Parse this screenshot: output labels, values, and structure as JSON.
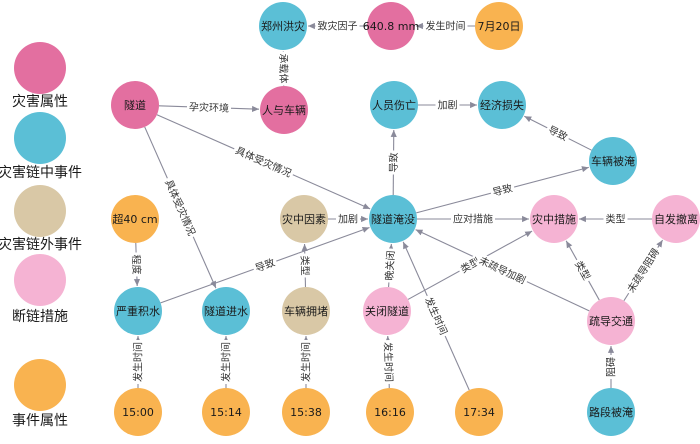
{
  "colors": {
    "disaster_attr": "#e36fa0",
    "chain_in": "#5bbfd6",
    "chain_out": "#d9c8a6",
    "break_measure": "#f5b3d3",
    "event_attr": "#f9b350",
    "edge": "#8a8a9a"
  },
  "legend": [
    {
      "id": "leg-disaster",
      "label": "灾害属性",
      "color": "disaster_attr"
    },
    {
      "id": "leg-chain-in",
      "label": "灾害链中事件",
      "color": "chain_in"
    },
    {
      "id": "leg-chain-out",
      "label": "灾害链外事件",
      "color": "chain_out"
    },
    {
      "id": "leg-break",
      "label": "断链措施",
      "color": "break_measure"
    },
    {
      "id": "leg-event-attr",
      "label": "事件属性",
      "color": "event_attr"
    }
  ],
  "nodes": [
    {
      "id": "zhengzhou",
      "label": "郑州洪灾",
      "type": "chain_in"
    },
    {
      "id": "rain",
      "label": "640.8 mm",
      "type": "disaster_attr"
    },
    {
      "id": "date",
      "label": "7月20日",
      "type": "event_attr"
    },
    {
      "id": "tunnel",
      "label": "隧道",
      "type": "disaster_attr"
    },
    {
      "id": "peoplecar",
      "label": "人与车辆",
      "type": "disaster_attr"
    },
    {
      "id": "casualty",
      "label": "人员伤亡",
      "type": "chain_in"
    },
    {
      "id": "econloss",
      "label": "经济损失",
      "type": "chain_in"
    },
    {
      "id": "carflood",
      "label": "车辆被淹",
      "type": "chain_in"
    },
    {
      "id": "cm40",
      "label": "超40 cm",
      "type": "event_attr"
    },
    {
      "id": "midcause",
      "label": "灾中因素",
      "type": "chain_out"
    },
    {
      "id": "tunnelflood",
      "label": "隧道淹没",
      "type": "chain_in"
    },
    {
      "id": "midmeasure",
      "label": "灾中措施",
      "type": "break_measure"
    },
    {
      "id": "evacuate",
      "label": "自发撤离",
      "type": "break_measure"
    },
    {
      "id": "waterlog",
      "label": "严重积水",
      "type": "chain_in"
    },
    {
      "id": "tunnelwater",
      "label": "隧道进水",
      "type": "chain_in"
    },
    {
      "id": "jam",
      "label": "车辆拥堵",
      "type": "chain_out"
    },
    {
      "id": "closetunnel",
      "label": "关闭隧道",
      "type": "break_measure"
    },
    {
      "id": "divert",
      "label": "疏导交通",
      "type": "break_measure"
    },
    {
      "id": "t1500",
      "label": "15:00",
      "type": "event_attr"
    },
    {
      "id": "t1514",
      "label": "15:14",
      "type": "event_attr"
    },
    {
      "id": "t1538",
      "label": "15:38",
      "type": "event_attr"
    },
    {
      "id": "t1616",
      "label": "16:16",
      "type": "event_attr"
    },
    {
      "id": "t1734",
      "label": "17:34",
      "type": "event_attr"
    },
    {
      "id": "roadflood",
      "label": "路段被淹",
      "type": "chain_in"
    }
  ],
  "edges": [
    {
      "from": "rain",
      "to": "zhengzhou",
      "label": "致灾因子"
    },
    {
      "from": "date",
      "to": "rain",
      "label": "发生时间"
    },
    {
      "from": "peoplecar",
      "to": "zhengzhou",
      "label": "承载体"
    },
    {
      "from": "tunnel",
      "to": "peoplecar",
      "label": "孕灾环境"
    },
    {
      "from": "casualty",
      "to": "econloss",
      "label": "加剧"
    },
    {
      "from": "carflood",
      "to": "econloss",
      "label": "导致"
    },
    {
      "from": "tunnel",
      "to": "tunnelflood",
      "label": "具体受灾情况"
    },
    {
      "from": "tunnel",
      "to": "tunnelwater",
      "label": "具体受灾情况"
    },
    {
      "from": "tunnelflood",
      "to": "casualty",
      "label": "导致"
    },
    {
      "from": "tunnelflood",
      "to": "carflood",
      "label": "导致"
    },
    {
      "from": "midcause",
      "to": "tunnelflood",
      "label": "加剧"
    },
    {
      "from": "tunnelflood",
      "to": "midmeasure",
      "label": "应对措施"
    },
    {
      "from": "evacuate",
      "to": "midmeasure",
      "label": "类型"
    },
    {
      "from": "divert",
      "to": "midmeasure",
      "label": "类型"
    },
    {
      "from": "divert",
      "to": "evacuate",
      "label": "未疏导阻碍"
    },
    {
      "from": "closetunnel",
      "to": "midmeasure",
      "label": "类型"
    },
    {
      "from": "divert",
      "to": "tunnelflood",
      "label": "未疏导加剧"
    },
    {
      "from": "cm40",
      "to": "waterlog",
      "label": "程度"
    },
    {
      "from": "waterlog",
      "to": "tunnelflood",
      "label": "导致"
    },
    {
      "from": "jam",
      "to": "midcause",
      "label": "类型"
    },
    {
      "from": "closetunnel",
      "to": "tunnelflood",
      "label": "晚关闭"
    },
    {
      "from": "t1734",
      "to": "tunnelflood",
      "label": "发生时间"
    },
    {
      "from": "t1500",
      "to": "waterlog",
      "label": "发生时间"
    },
    {
      "from": "t1514",
      "to": "tunnelwater",
      "label": "发生时间"
    },
    {
      "from": "t1538",
      "to": "jam",
      "label": "发生时间"
    },
    {
      "from": "t1616",
      "to": "closetunnel",
      "label": "发生时间"
    },
    {
      "from": "roadflood",
      "to": "divert",
      "label": "阻碍"
    }
  ]
}
